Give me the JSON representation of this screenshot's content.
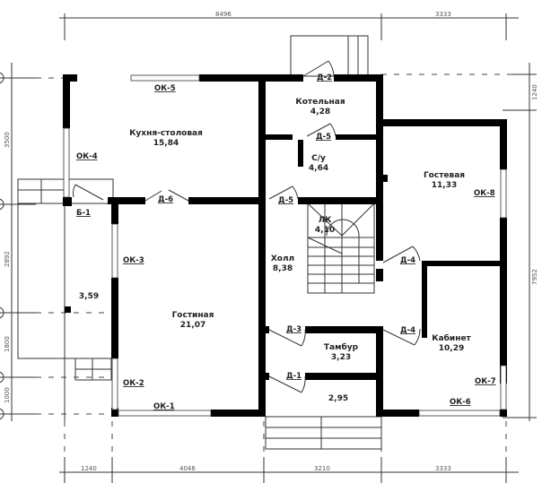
{
  "dimensions": {
    "top": [
      "8496",
      "3333"
    ],
    "bottom": [
      "1240",
      "4046",
      "3210",
      "3333"
    ],
    "left": [
      "3500",
      "2892",
      "1800",
      "1000"
    ],
    "right": [
      "1240",
      "7952"
    ]
  },
  "rooms": [
    {
      "name": "Кухня-столовая",
      "area": "15,84"
    },
    {
      "name": "Котельная",
      "area": "4,28"
    },
    {
      "name": "С/у",
      "area": "4,64"
    },
    {
      "name": "Гостевая",
      "area": "11,33"
    },
    {
      "name": "ЛК",
      "area": "4,10"
    },
    {
      "name": "Холл",
      "area": "8,38"
    },
    {
      "name": "Гостиная",
      "area": "21,07"
    },
    {
      "name": "Тамбур",
      "area": "3,23"
    },
    {
      "name": "Кабинет",
      "area": "10,29"
    },
    {
      "name": "",
      "area": "3,59"
    },
    {
      "name": "",
      "area": "2,95"
    }
  ],
  "windows": [
    "ОК-1",
    "ОК-2",
    "ОК-3",
    "ОК-4",
    "ОК-5",
    "ОК-6",
    "ОК-7",
    "ОК-8"
  ],
  "doors": [
    "Д-1",
    "Д-2",
    "Д-3",
    "Д-4",
    "Д-4",
    "Д-5",
    "Д-5",
    "Д-6"
  ],
  "balcony": "Б-1"
}
